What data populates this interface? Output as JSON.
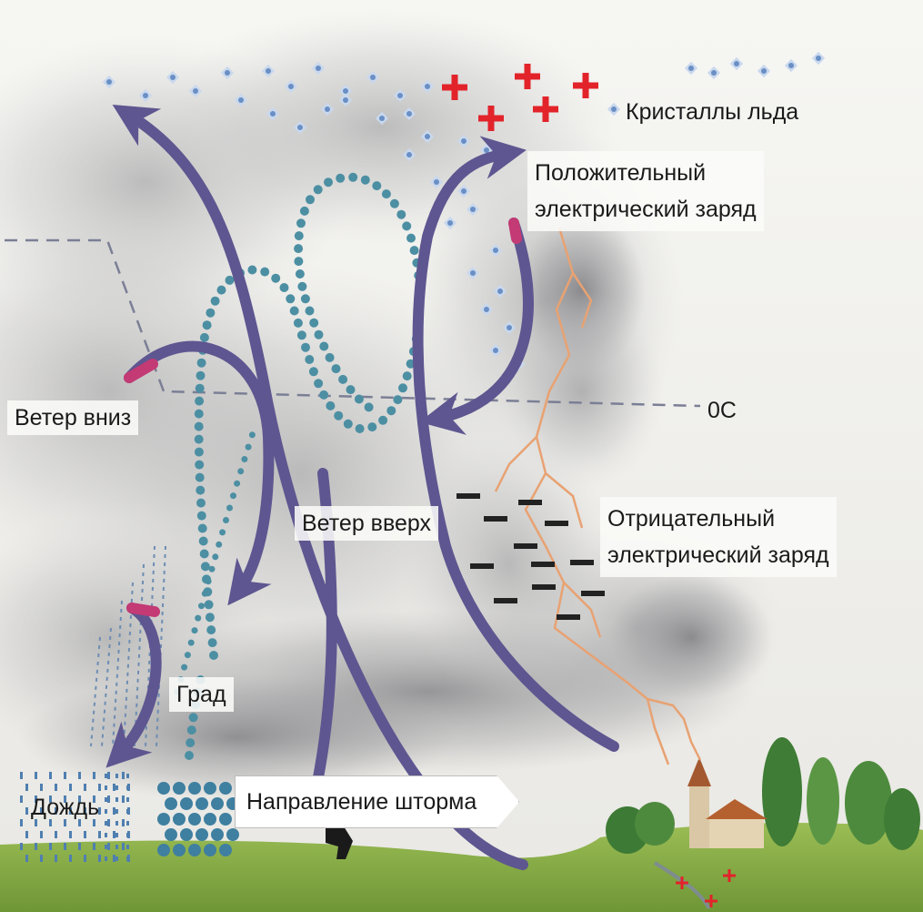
{
  "labels": {
    "ice_crystals": "Кристаллы льда",
    "positive_charge": [
      "Положительный",
      "электрический заряд"
    ],
    "freezing_level": "0С",
    "wind_down": "Ветер вниз",
    "wind_up": "Ветер вверх",
    "negative_charge": [
      "Отрицательный",
      "электрический заряд"
    ],
    "hail": "Град",
    "rain": "Дождь",
    "storm_direction": "Направление шторма"
  },
  "colors": {
    "arrow": "#5e5690",
    "arrow_tail": "#c33a74",
    "dots": "#4c8fa3",
    "crystals": "#6a8fc4",
    "plus": "#e2232a",
    "minus": "#222222",
    "lightning": "#e8a272",
    "ground": "#86ac44"
  }
}
